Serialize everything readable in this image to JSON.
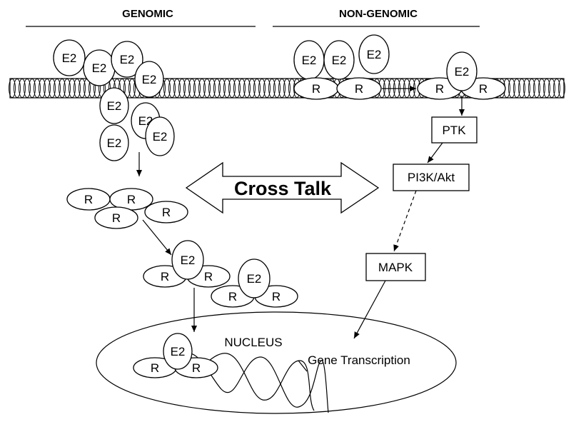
{
  "headers": {
    "left": "GENOMIC",
    "right": "NON-GENOMIC"
  },
  "ligand_label": "E2",
  "receptor_label": "R",
  "center_arrow_label": "Cross Talk",
  "pathway_boxes": {
    "ptk": "PTK",
    "pi3k": "PI3K/Akt",
    "mapk": "MAPK"
  },
  "nucleus_label": "NUCLEUS",
  "transcription_label": "Gene Transcription"
}
